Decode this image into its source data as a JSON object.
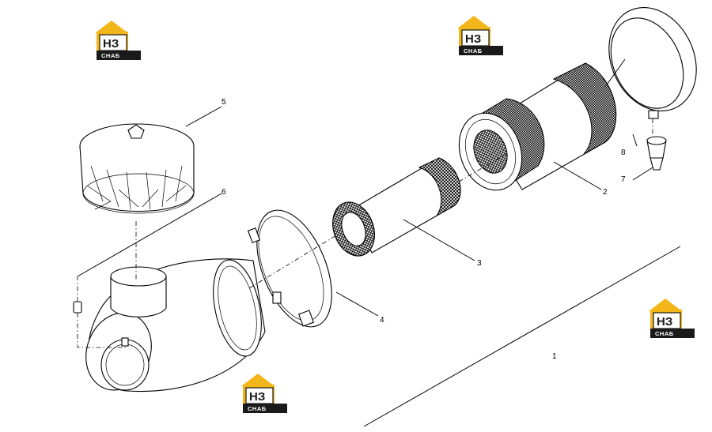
{
  "callouts": [
    {
      "id": "1",
      "label": "1"
    },
    {
      "id": "2",
      "label": "2"
    },
    {
      "id": "3",
      "label": "3"
    },
    {
      "id": "4",
      "label": "4"
    },
    {
      "id": "5",
      "label": "5"
    },
    {
      "id": "6",
      "label": "6"
    },
    {
      "id": "7",
      "label": "7"
    },
    {
      "id": "8",
      "label": "8"
    }
  ],
  "watermark": {
    "top_text": "НЗ",
    "bottom_text": "СНАБ",
    "colors": {
      "roof": "#f3b61a",
      "box": "#1a1a1a",
      "text_dark": "#1a1a1a",
      "text_light": "#ffffff"
    }
  }
}
